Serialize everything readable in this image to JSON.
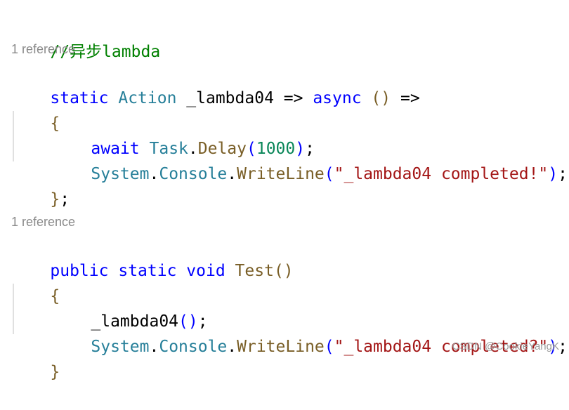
{
  "colors": {
    "keyword": "#0000ff",
    "type": "#267f99",
    "method": "#795e26",
    "string": "#a31515",
    "number": "#098658",
    "comment": "#008000",
    "punctuation": "#000000",
    "brace": "#795e26",
    "codelens": "#8a8a8a"
  },
  "code": {
    "comment": "//异步lambda",
    "codelens_1": "1 reference",
    "l1": {
      "kw_static": "static",
      "sp1": " ",
      "type_action": "Action",
      "sp2": " ",
      "name": "_lambda04",
      "arrow1": " => ",
      "kw_async": "async",
      "sp3": " ",
      "parens": "()",
      "arrow2": " =>"
    },
    "open_brace_1": "{",
    "l2": {
      "kw_await": "await",
      "sp": " ",
      "type_task": "Task",
      "dot": ".",
      "method_delay": "Delay",
      "paren_open": "(",
      "num": "1000",
      "paren_close": ")",
      "semi": ";"
    },
    "l3": {
      "ns_system": "System",
      "dot1": ".",
      "type_console": "Console",
      "dot2": ".",
      "method_writeline": "WriteLine",
      "paren_open": "(",
      "str": "\"_lambda04 completed!\"",
      "paren_close": ")",
      "semi": ";"
    },
    "close_brace_1": "}",
    "close_semi_1": ";",
    "codelens_2": "1 reference",
    "l4": {
      "kw_public": "public",
      "sp1": " ",
      "kw_static": "static",
      "sp2": " ",
      "kw_void": "void",
      "sp3": " ",
      "method_test": "Test",
      "parens": "()"
    },
    "open_brace_2": "{",
    "l5": {
      "name": "_lambda04",
      "parens": "()",
      "semi": ";"
    },
    "l6": {
      "ns_system": "System",
      "dot1": ".",
      "type_console": "Console",
      "dot2": ".",
      "method_writeline": "WriteLine",
      "paren_open": "(",
      "str": "\"_lambda04 completed?\"",
      "paren_close": ")",
      "semi": ";"
    },
    "close_brace_2": "}"
  },
  "watermark": "CSDN @CookieYangK"
}
